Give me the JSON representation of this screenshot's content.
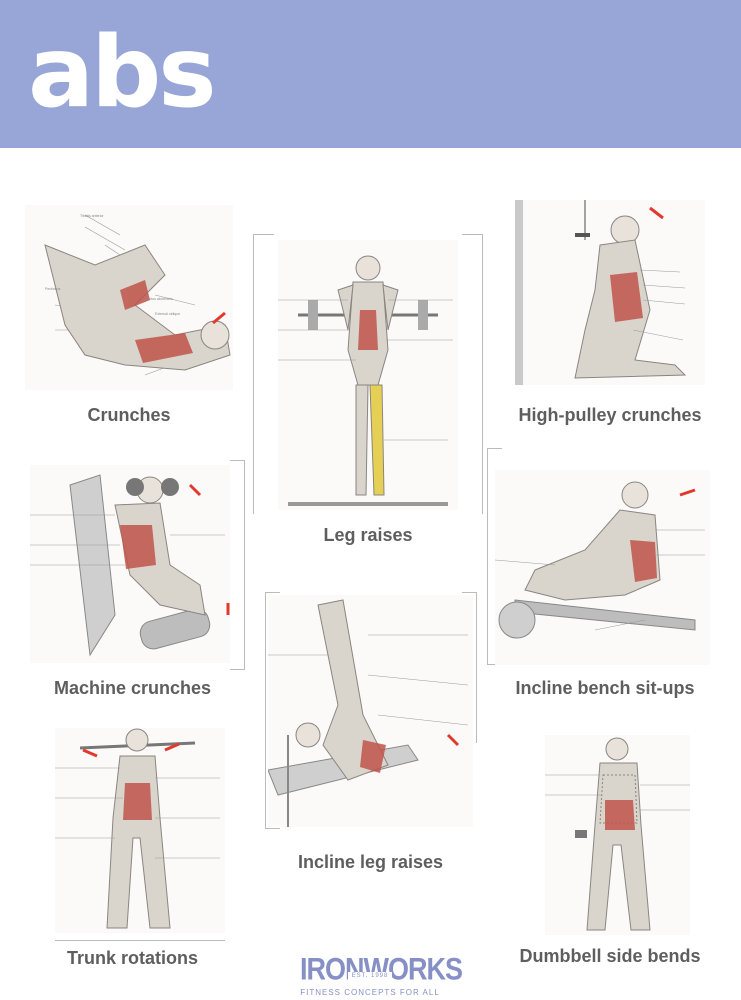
{
  "header": {
    "title": "abs",
    "background": "#97a6d6"
  },
  "exercises": [
    "Crunches",
    "Leg raises",
    "High-pulley crunches",
    "Machine crunches",
    "Incline bench sit-ups",
    "Incline leg raises",
    "Trunk rotations",
    "Dumbbell side bends"
  ],
  "logo": {
    "name": "IRONWORKS",
    "established": "EST. 1998",
    "tagline": "FITNESS CONCEPTS FOR ALL",
    "color": "#8790c6"
  },
  "accent": "#e2392e"
}
